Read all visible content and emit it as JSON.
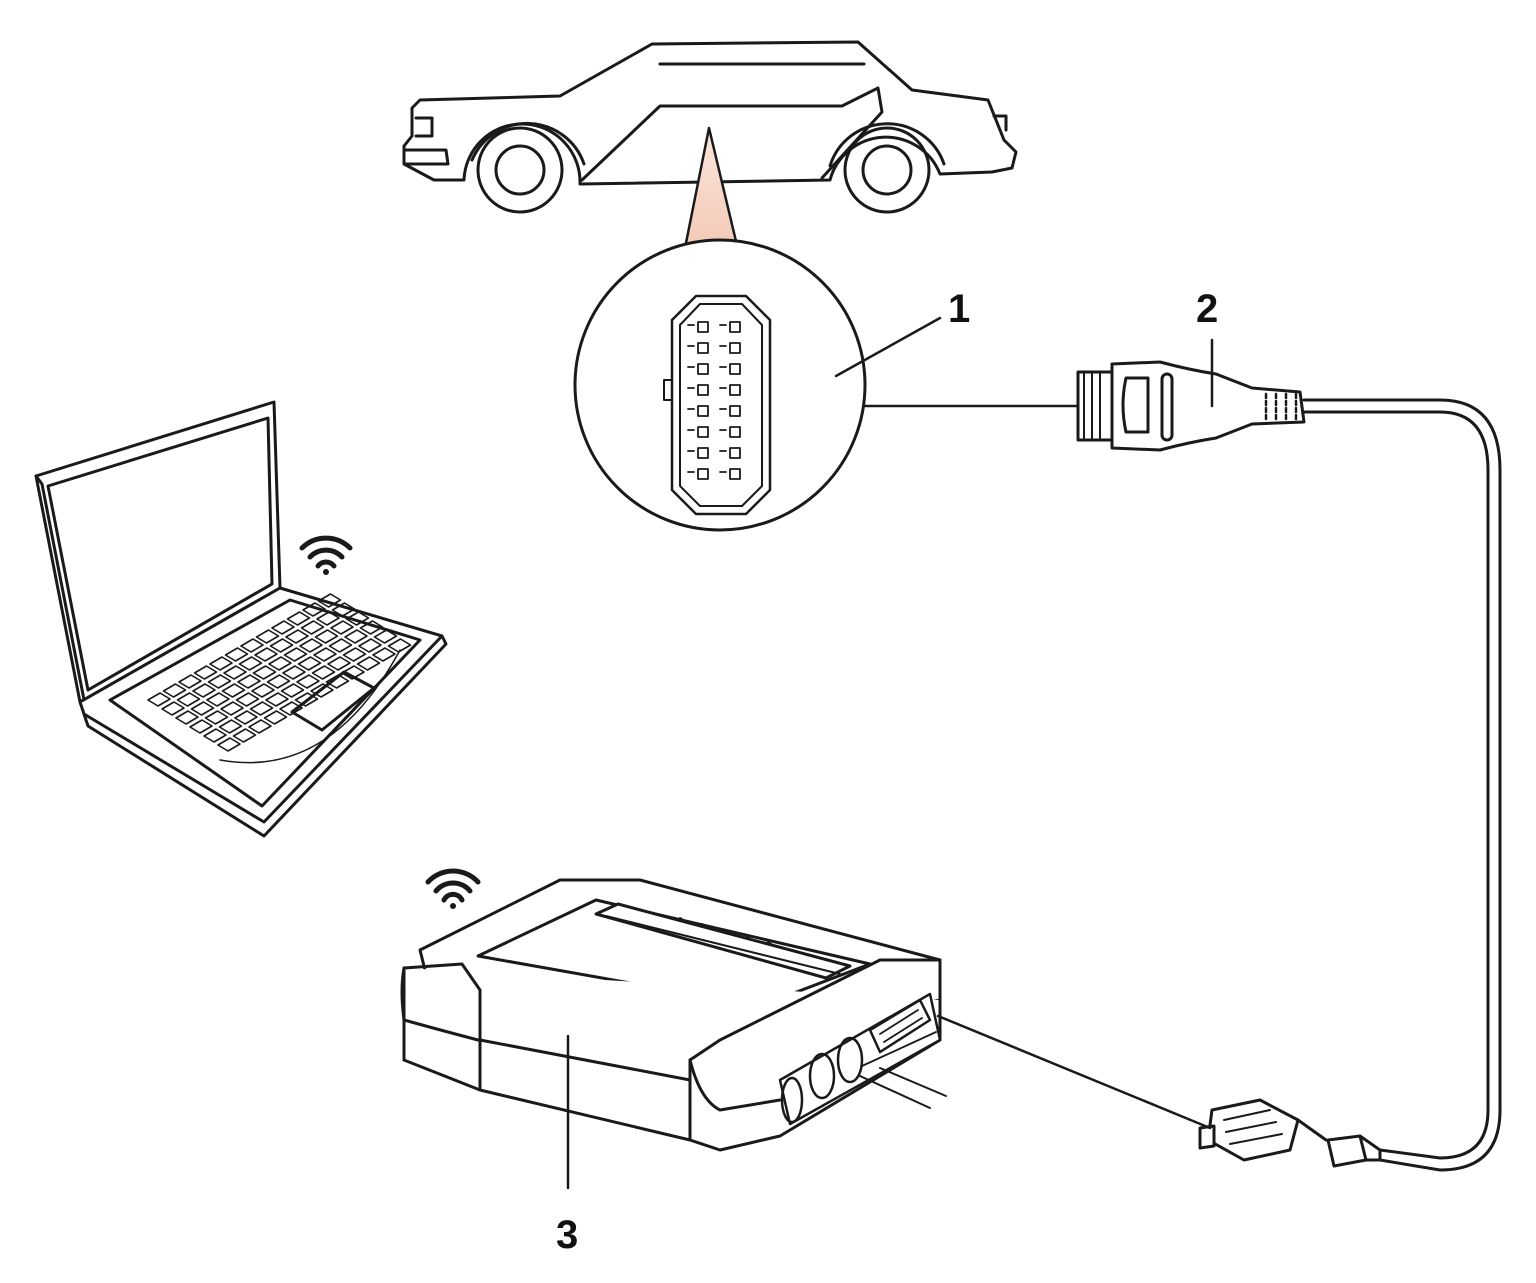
{
  "callouts": [
    {
      "id": "1",
      "text": "1"
    },
    {
      "id": "2",
      "text": "2"
    },
    {
      "id": "3",
      "text": "3"
    }
  ],
  "colors": {
    "line": "#1a1a1a",
    "device_fill": "#f3f3f3",
    "light_beam": "#f6d2c4",
    "screen_fill": "#ffffff"
  },
  "icons": [
    "car-outline-icon",
    "obd-port-icon",
    "laptop-icon",
    "wifi-icon",
    "diagnostic-interface-icon",
    "obd-cable-icon"
  ]
}
